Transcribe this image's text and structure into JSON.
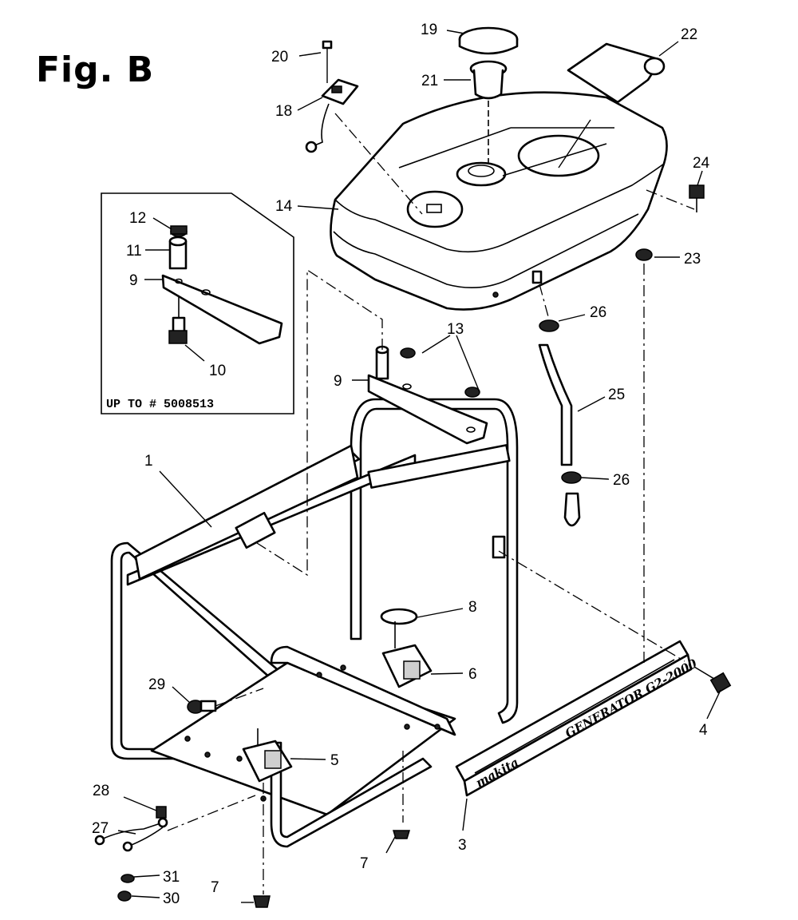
{
  "figure": {
    "title": "Fig. B"
  },
  "inset": {
    "note": "UP TO # 5008513"
  },
  "branding": {
    "logo_text": "makita",
    "model_text": "GENERATOR G2-2000"
  },
  "callouts": {
    "c1": "1",
    "c3": "3",
    "c4": "4",
    "c5": "5",
    "c6": "6",
    "c7a": "7",
    "c7b": "7",
    "c8": "8",
    "c9": "9",
    "c9_inset": "9",
    "c10": "10",
    "c11": "11",
    "c12": "12",
    "c13": "13",
    "c14": "14",
    "c18": "18",
    "c19": "19",
    "c20": "20",
    "c21": "21",
    "c22": "22",
    "c23": "23",
    "c24": "24",
    "c25": "25",
    "c26a": "26",
    "c26b": "26",
    "c27": "27",
    "c28": "28",
    "c29": "29",
    "c30": "30",
    "c31": "31"
  },
  "colors": {
    "line": "#000000",
    "background": "#ffffff"
  }
}
